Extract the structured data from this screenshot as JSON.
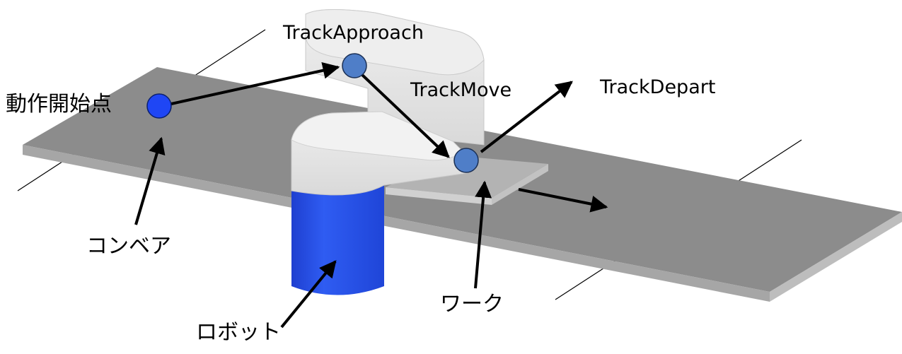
{
  "labels": {
    "start_point": "動作開始点",
    "track_approach": "TrackApproach",
    "track_move": "TrackMove",
    "track_depart": "TrackDepart",
    "conveyor": "コンベア",
    "robot": "ロボット",
    "work": "ワーク"
  },
  "colors": {
    "background": "#ffffff",
    "conveyor_top": "#8c8c8c",
    "conveyor_side": "#a6a6a6",
    "work_top": "#b3b3b3",
    "work_side": "#d0d0d0",
    "robot_arm": "#e6e6e6",
    "robot_arm_side": "#cfcfcf",
    "robot_base": "#2a52e6",
    "start_point": "#1f46f5",
    "waypoint": "#4f7ec8",
    "arrow": "#000000"
  },
  "icons": {
    "start_point": "blue-circle",
    "waypoints": "steel-blue-circle",
    "arrows": "black-arrow"
  }
}
